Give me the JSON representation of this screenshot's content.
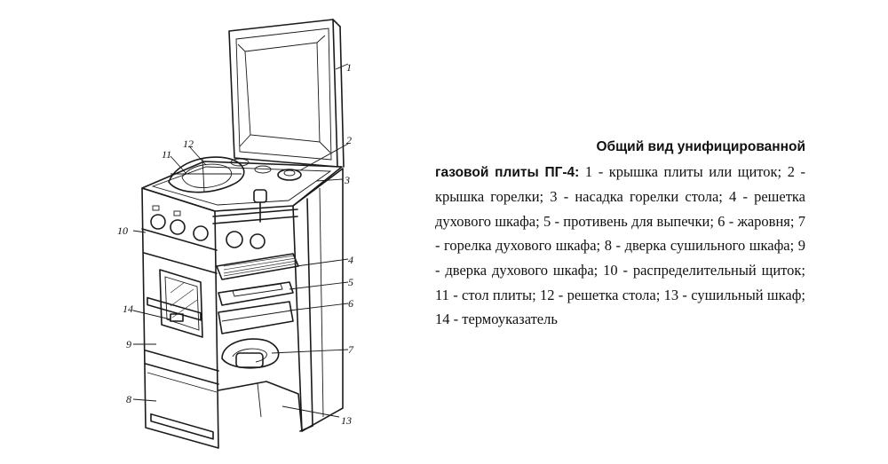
{
  "caption": {
    "title_line1": "Общий вид унифицированной",
    "title_line2": "газовой плиты ПГ-4:",
    "body": "1 - крышка плиты или щиток; 2 - крышка горелки; 3 - насадка горелки стола; 4 - решетка духового шкафа; 5 - противень для выпечки; 6 - жаровня; 7 - горелка духового шкафа; 8 - дверка сушильного шкафа; 9 - дверка духового шкафа; 10 - распределительный щиток; 11 - стол плиты; 12 - решетка стола; 13 - сушильный шкаф; 14 - термоуказатель"
  },
  "labels": {
    "l1": "1",
    "l2": "2",
    "l3": "3",
    "l4": "4",
    "l5": "5",
    "l6": "6",
    "l7": "7",
    "l8": "8",
    "l9": "9",
    "l10": "10",
    "l11": "11",
    "l12": "12",
    "l13": "13",
    "l14": "14"
  }
}
